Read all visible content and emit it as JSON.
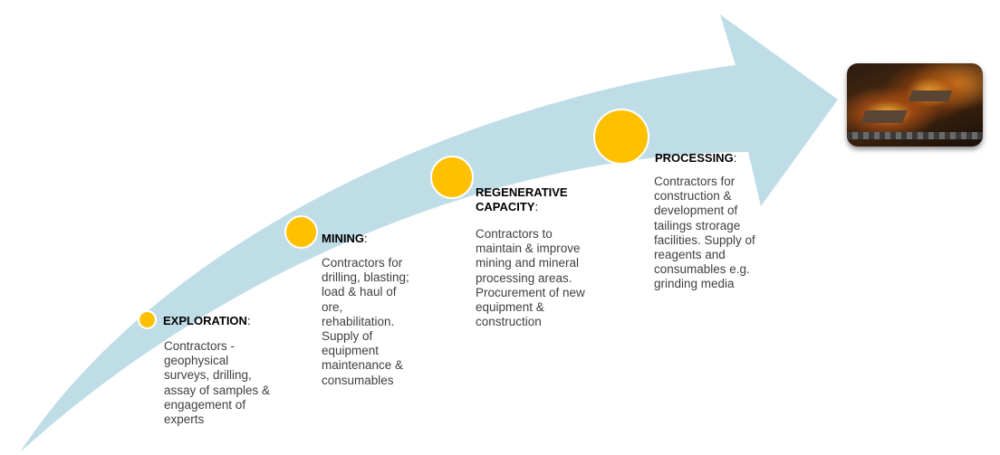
{
  "stages": [
    {
      "id": "exploration",
      "title": "EXPLORATION",
      "colon": ":",
      "description": [
        "Contractors -",
        "geophysical",
        "surveys, drilling,",
        "assay of samples &",
        "engagement of",
        "experts"
      ]
    },
    {
      "id": "mining",
      "title": "MINING",
      "colon": ":",
      "description": [
        "Contractors for",
        "drilling, blasting;",
        "load & haul of",
        "ore,",
        "rehabilitation.",
        "Supply of",
        "equipment",
        "maintenance &",
        "consumables"
      ]
    },
    {
      "id": "regenerative",
      "title_lines": [
        "REGENERATIVE",
        "CAPACITY"
      ],
      "colon": ":",
      "description": [
        "Contractors to",
        "maintain & improve",
        "mining and mineral",
        "processing areas.",
        "Procurement of new",
        "equipment &",
        "construction"
      ]
    },
    {
      "id": "processing",
      "title": "PROCESSING",
      "colon": ":",
      "description": [
        "Contractors for",
        "construction &",
        "development of",
        "tailings strorage",
        "facilities. Supply of",
        "reagents and",
        "consumables e.g.",
        "grinding media"
      ]
    }
  ],
  "colors": {
    "arrow": "#BFDDE7",
    "circle": "#FFC000",
    "text": "#404040"
  },
  "image": {
    "icon": "smelting-furnace-photo"
  }
}
